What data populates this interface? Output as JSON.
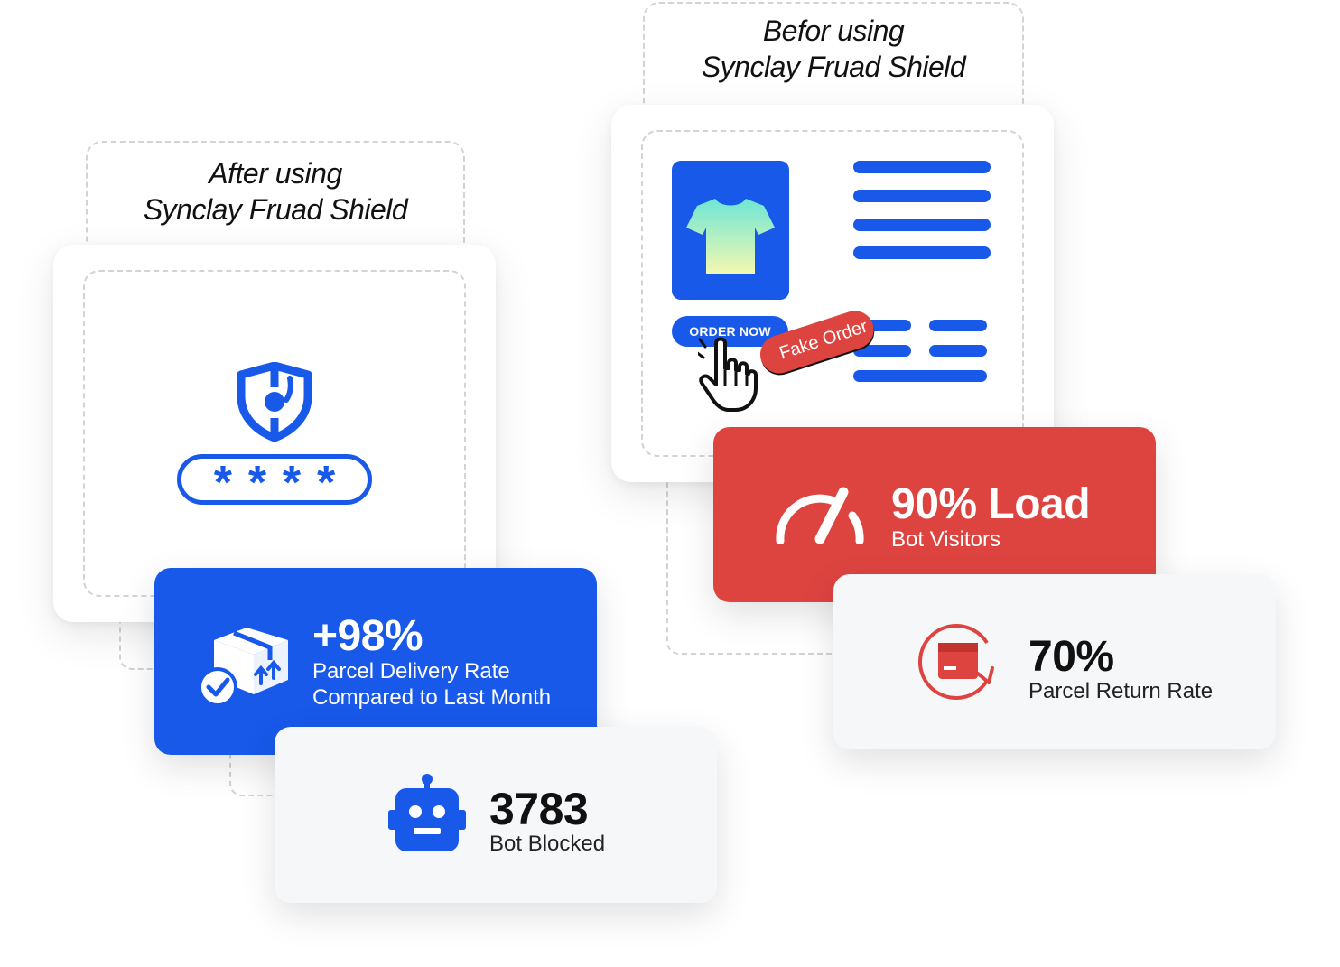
{
  "after": {
    "heading_line1": "After using",
    "heading_line2": "Synclay Fruad Shield",
    "password_mask": [
      "*",
      "*",
      "*",
      "*"
    ],
    "delivery": {
      "value": "+98%",
      "label_line1": "Parcel Delivery Rate",
      "label_line2": "Compared to Last Month"
    },
    "bots": {
      "value": "3783",
      "label": "Bot Blocked"
    }
  },
  "before": {
    "heading_line1": "Befor using",
    "heading_line2": "Synclay Fruad Shield",
    "order_button": "ORDER NOW",
    "fake_tag": "Fake Order",
    "load": {
      "value": "90% Load",
      "label": "Bot Visitors"
    },
    "returns": {
      "value": "70%",
      "label": "Parcel Return Rate"
    }
  },
  "icons": {
    "shield": "shield-keyhole-icon",
    "shirt": "tshirt-icon",
    "cursor": "hand-pointer-icon",
    "gauge": "speedometer-icon",
    "parcel": "parcel-check-icon",
    "robot": "robot-icon",
    "return": "return-box-icon"
  },
  "colors": {
    "blue": "#1859ea",
    "red": "#dd4440",
    "light": "#f6f7f9"
  }
}
